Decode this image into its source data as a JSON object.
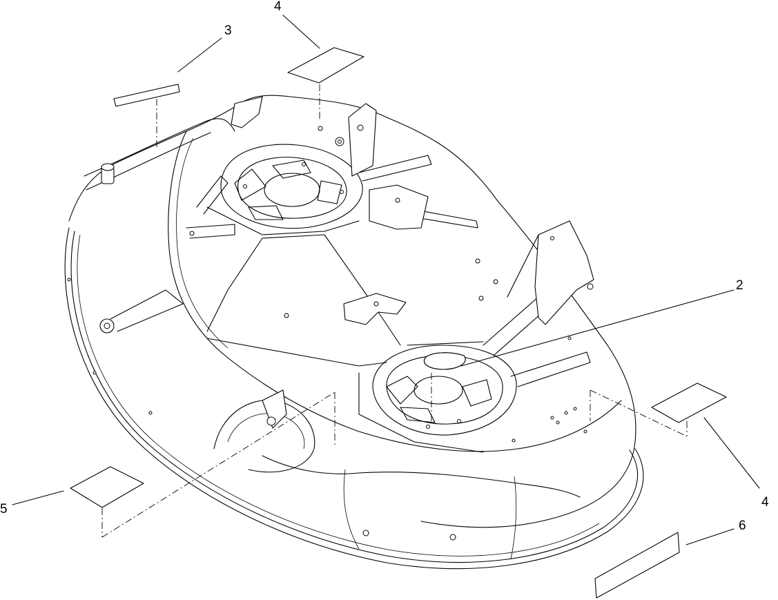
{
  "callouts": {
    "c2": "2",
    "c3": "3",
    "c4_top": "4",
    "c4_right": "4",
    "c5": "5",
    "c6": "6"
  },
  "parts": {
    "deck": "mower-deck-housing",
    "decal_2": "decal",
    "decal_3": "decal",
    "decal_4_top": "decal",
    "decal_4_right": "decal",
    "decal_5": "decal",
    "decal_6": "decal"
  },
  "colors": {
    "line": "#000000",
    "background": "#ffffff"
  }
}
